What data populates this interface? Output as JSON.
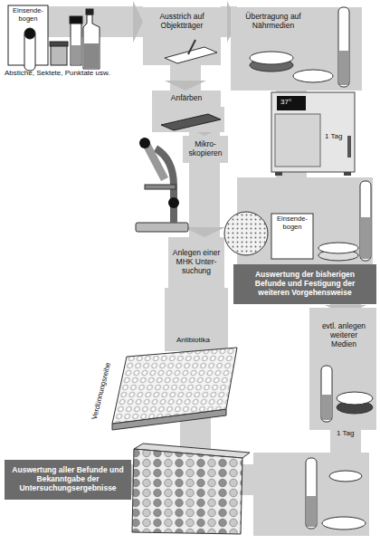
{
  "diagram": {
    "nodes": [
      {
        "text": [
          "Einsende- bogen"
        ]
      },
      {
        "text": [
          "Ausstrich auf Objektträger"
        ]
      },
      {
        "text": [
          "Übertragung auf Nährmedien"
        ]
      },
      {
        "text": [
          "Anfärben"
        ]
      },
      {
        "text": [
          "Mikro- skopieren"
        ]
      },
      {
        "text": [
          "Einsende- bogen"
        ]
      },
      {
        "text": [
          "Auswertung der bisherigen Befunde und Festigung der weiteren Vorgehensweise"
        ]
      },
      {
        "text": [
          "Anlegen einer MHK Unter- suchung"
        ]
      },
      {
        "text": [
          "evtl. anlegen weiterer Medien"
        ]
      },
      {
        "text": [
          "Auswertung aller Befunde und Bekanntgabe der Untersuchungsergebnisse"
        ]
      }
    ],
    "edges": [
      {
        "from": 0,
        "to": 1,
        "arrow": "to"
      },
      {
        "from": 1,
        "to": 2,
        "arrow": "to"
      },
      {
        "from": 1,
        "to": 3,
        "arrow": "to"
      },
      {
        "from": 3,
        "to": 4,
        "arrow": "to"
      },
      {
        "from": 2,
        "to": 5,
        "arrow": "to"
      },
      {
        "from": 5,
        "to": 6,
        "arrow": "to"
      },
      {
        "from": 4,
        "to": 7,
        "arrow": "to"
      },
      {
        "from": 6,
        "to": 8,
        "arrow": "to"
      },
      {
        "from": 8,
        "to": 9,
        "arrow": "to"
      },
      {
        "from": 7,
        "to": 9,
        "arrow": "to"
      }
    ],
    "labels": [
      "Abstiche, Sektete, Punktate usw.",
      "37°",
      "1 Tag",
      "Antibiotika",
      "Verdünnungsreihe",
      "1 Tag"
    ]
  }
}
